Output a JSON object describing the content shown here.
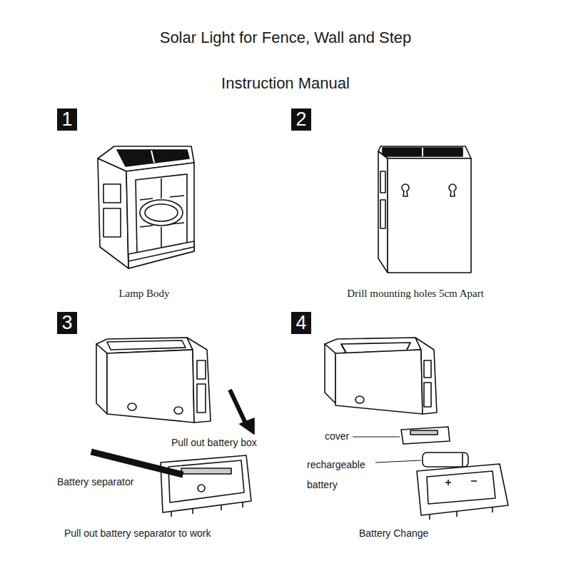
{
  "diagram": {
    "title": "Solar Light for Fence, Wall and Step",
    "nodes": [
      {
        "text": [
          "1"
        ]
      },
      {
        "text": [
          "2"
        ]
      },
      {
        "text": [
          "3"
        ]
      },
      {
        "text": [
          "4"
        ]
      }
    ],
    "labels": [
      "Instruction Manual",
      "Lamp Body",
      "Drill mounting holes 5cm Apart",
      "Pull out battery box",
      "Battery separator",
      "Pull out battery separator to work",
      "cover",
      "rechargeable battery",
      "Battery Change"
    ]
  }
}
